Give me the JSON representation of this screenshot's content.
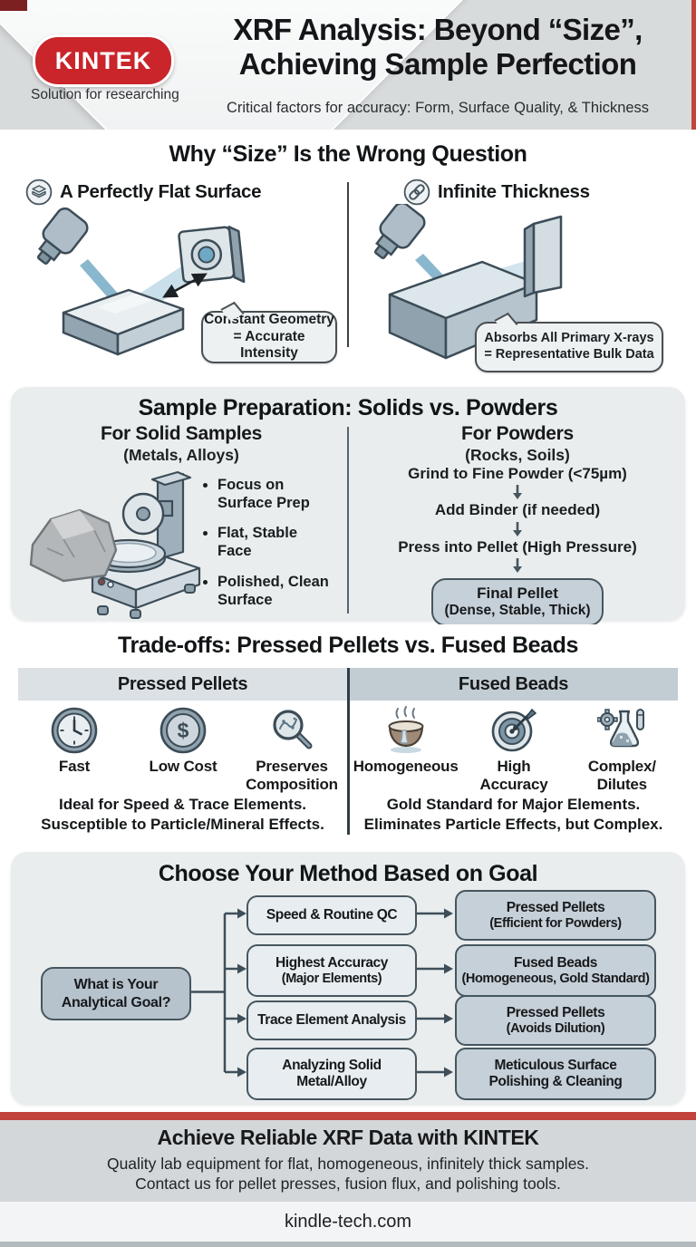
{
  "colors": {
    "brand-red": "#c9252b",
    "stripe-red": "#c2423c",
    "header-bg": "#d8dbdc",
    "card-bg": "#e9edee",
    "band-left": "#dce1e5",
    "band-right": "#c2ccd3",
    "goal-fill": "#b7c3cc",
    "branch-fill": "#e7edf0",
    "result-fill": "#c6d0d8",
    "footer-gray": "#d3d7d9",
    "footer-light": "#f2f4f5",
    "bottom-strip": "#b3babd"
  },
  "header": {
    "logo": {
      "text": "KINTEK",
      "tagline": "Solution for researching"
    },
    "title_line1": "XRF Analysis: Beyond “Size”,",
    "title_line2": "Achieving Sample Perfection",
    "subtitle": "Critical factors for accuracy: Form, Surface Quality, & Thickness"
  },
  "section_why": {
    "title": "Why “Size” Is the Wrong Question",
    "left": {
      "icon": "layers-icon",
      "heading": "A Perfectly Flat Surface",
      "callout_line1": "Constant Geometry",
      "callout_line2": "= Accurate Intensity"
    },
    "right": {
      "icon": "link-icon",
      "heading": "Infinite Thickness",
      "callout_line1": "Absorbs All Primary X-rays",
      "callout_line2": "= Representative Bulk Data"
    }
  },
  "section_prep": {
    "title": "Sample Preparation: Solids vs. Powders",
    "solids": {
      "heading": "For Solid Samples",
      "subheading": "(Metals, Alloys)",
      "bullets": [
        "Focus on\nSurface Prep",
        "Flat, Stable Face",
        "Polished, Clean\nSurface"
      ]
    },
    "powders": {
      "heading": "For Powders",
      "subheading": "(Rocks, Soils)",
      "steps": [
        "Grind to Fine Powder (<75µm)",
        "Add Binder (if needed)",
        "Press into Pellet (High Pressure)"
      ],
      "final_title": "Final Pellet",
      "final_sub": "(Dense, Stable, Thick)"
    }
  },
  "section_tradeoffs": {
    "title": "Trade-offs: Pressed Pellets vs. Fused Beads",
    "pellets": {
      "header": "Pressed Pellets",
      "features": [
        {
          "icon": "clock-icon",
          "label": "Fast"
        },
        {
          "icon": "dollar-coin-icon",
          "label": "Low Cost"
        },
        {
          "icon": "magnifier-icon",
          "label": "Preserves\nComposition"
        }
      ],
      "summary_line1": "Ideal for Speed & Trace Elements.",
      "summary_line2": "Susceptible to Particle/Mineral Effects."
    },
    "beads": {
      "header": "Fused Beads",
      "features": [
        {
          "icon": "crucible-icon",
          "label": "Homogeneous"
        },
        {
          "icon": "target-icon",
          "label": "High\nAccuracy"
        },
        {
          "icon": "flask-gear-icon",
          "label": "Complex/\nDilutes"
        }
      ],
      "summary_line1": "Gold Standard for Major Elements.",
      "summary_line2": "Eliminates Particle Effects, but Complex."
    }
  },
  "section_decision": {
    "title": "Choose Your Method Based on Goal",
    "goal_label": "What is Your\nAnalytical Goal?",
    "rows": [
      {
        "branch": "Speed & Routine QC",
        "branch_sub": "",
        "result": "Pressed Pellets",
        "result_sub": "(Efficient for Powders)"
      },
      {
        "branch": "Highest Accuracy",
        "branch_sub": "(Major Elements)",
        "result": "Fused Beads",
        "result_sub": "(Homogeneous, Gold Standard)"
      },
      {
        "branch": "Trace Element Analysis",
        "branch_sub": "",
        "result": "Pressed Pellets",
        "result_sub": "(Avoids Dilution)"
      },
      {
        "branch": "Analyzing Solid\nMetal/Alloy",
        "branch_sub": "",
        "result": "Meticulous Surface\nPolishing & Cleaning",
        "result_sub": ""
      }
    ]
  },
  "footer": {
    "heading": "Achieve Reliable XRF Data with KINTEK",
    "line1": "Quality lab equipment for flat, homogeneous, infinitely thick samples.",
    "line2": "Contact us for pellet presses, fusion flux, and polishing tools.",
    "website": "kindle-tech.com"
  }
}
